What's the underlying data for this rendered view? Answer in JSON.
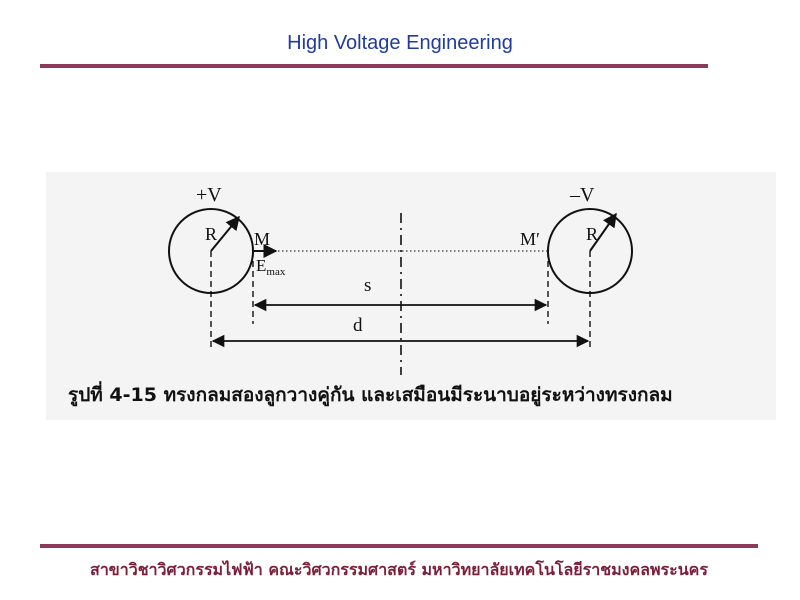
{
  "slide": {
    "title": "High Voltage Engineering",
    "footer": "สาขาวิชาวิศวกรรมไฟฟ้า  คณะวิศวกรรมศาสตร์  มหาวิทยาลัยเทคโนโลยีราชมงคลพระนคร"
  },
  "figure": {
    "caption": "รูปที่ 4-15  ทรงกลมสองลูกวางคู่กัน  และเสมือนมีระนาบอยู่ระหว่างทรงกลม",
    "left_sphere": {
      "potential": "+V",
      "radius_label": "R",
      "point_label": "M"
    },
    "right_sphere": {
      "potential": "–V",
      "radius_label": "R",
      "point_label": "M′"
    },
    "field_label": "E",
    "field_subscript": "max",
    "gap_label": "s",
    "distance_label": "d"
  },
  "colors": {
    "title": "#1f3c9e",
    "rule": "#8b3a5c",
    "footer": "#7a1f3a"
  }
}
